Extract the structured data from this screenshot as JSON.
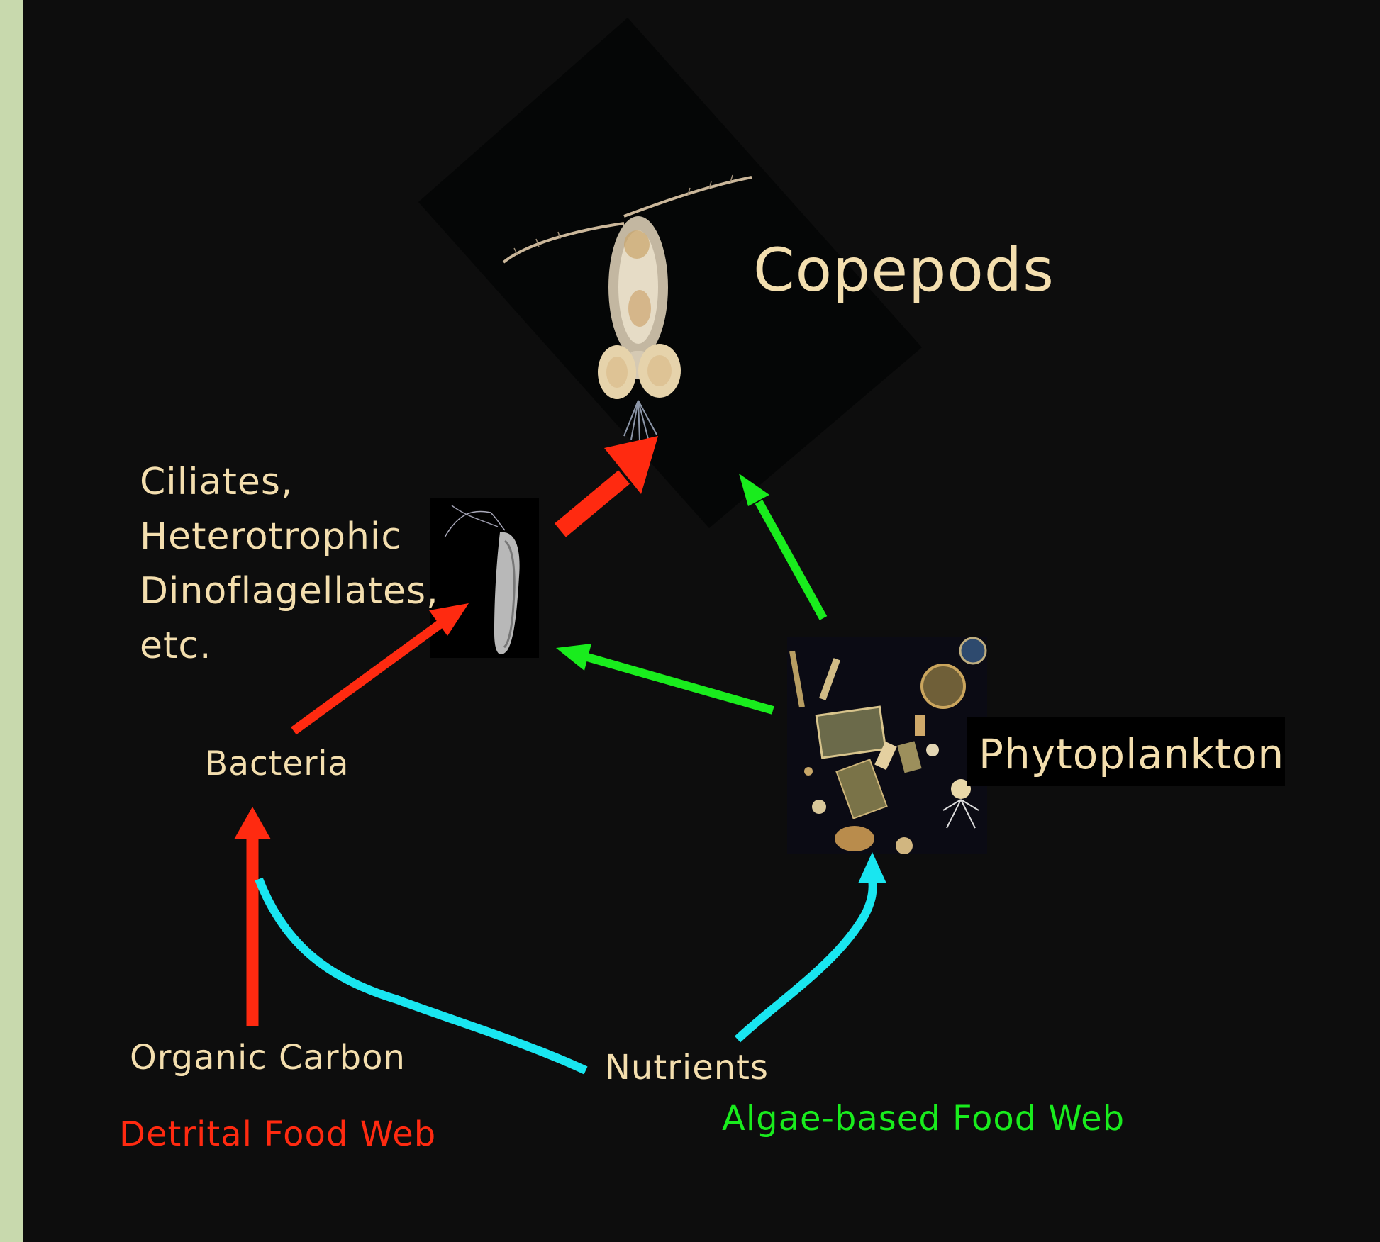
{
  "labels": {
    "copepods": "Copepods",
    "ciliates_lines": [
      "Ciliates,",
      "Heterotrophic",
      "Dinoflagellates,",
      "etc."
    ],
    "bacteria": "Bacteria",
    "phytoplankton": "Phytoplankton",
    "organic_carbon": "Organic Carbon",
    "nutrients": "Nutrients",
    "detrital_web": "Detrital Food Web",
    "algae_web": "Algae-based Food Web"
  },
  "colors": {
    "background": "#0d0d0d",
    "side_bar": "#c8d9ad",
    "label_text": "#f3deae",
    "detrital": "#ff2a10",
    "algae": "#19ec1d",
    "nutrient_flow": "#19e6f0"
  },
  "images": {
    "copepod": "copepod-photo",
    "ciliate": "ciliate-photo",
    "phytoplankton": "phytoplankton-photo"
  }
}
